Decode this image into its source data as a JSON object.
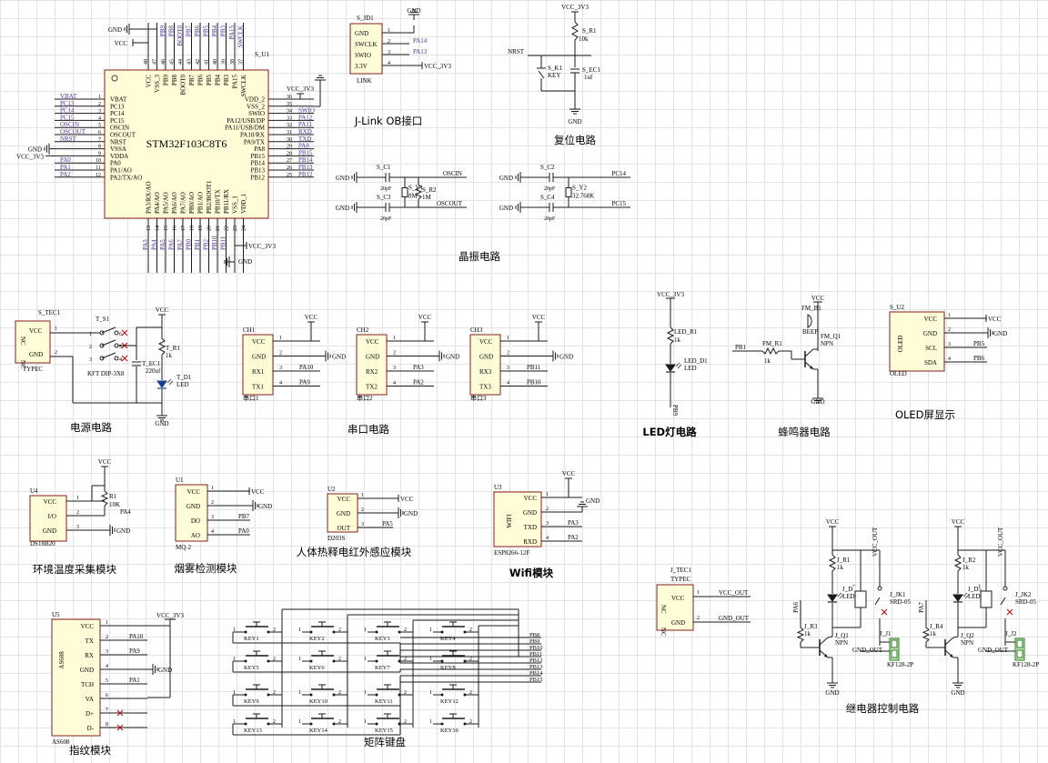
{
  "mcu": {
    "ref": "S_U1",
    "part": "STM32F103C8T6",
    "left_pins": [
      {
        "num": "1",
        "name": "VBAT",
        "net": "VBAT"
      },
      {
        "num": "2",
        "name": "PC13",
        "net": "PC13"
      },
      {
        "num": "3",
        "name": "PC14",
        "net": "PC14"
      },
      {
        "num": "4",
        "name": "PC15",
        "net": "PC15"
      },
      {
        "num": "5",
        "name": "OSCIN",
        "net": "OSCIN"
      },
      {
        "num": "6",
        "name": "OSCOUT",
        "net": "OSCOUT"
      },
      {
        "num": "7",
        "name": "NRST",
        "net": "NRST"
      },
      {
        "num": "8",
        "name": "VSSA",
        "net": "GND"
      },
      {
        "num": "9",
        "name": "VDDA",
        "net": "VCC_3V3"
      },
      {
        "num": "10",
        "name": "PA0",
        "net": "PA0"
      },
      {
        "num": "11",
        "name": "PA1/AO",
        "net": "PA1"
      },
      {
        "num": "12",
        "name": "PA2/TX/AO",
        "net": "PA2"
      }
    ],
    "right_pins": [
      {
        "num": "36",
        "name": "VDD_2",
        "net": "VCC_3V3"
      },
      {
        "num": "35",
        "name": "VSS_2",
        "net": ""
      },
      {
        "num": "34",
        "name": "SWIO",
        "net": "SWIO"
      },
      {
        "num": "33",
        "name": "PA12/USB/DP",
        "net": "PA12"
      },
      {
        "num": "32",
        "name": "PA11/USB/DM",
        "net": "PA11"
      },
      {
        "num": "31",
        "name": "PA10/RX",
        "net": "RXD"
      },
      {
        "num": "30",
        "name": "PA9/TX",
        "net": "TXD"
      },
      {
        "num": "29",
        "name": "PA8",
        "net": "PA8"
      },
      {
        "num": "28",
        "name": "PB15",
        "net": "PB15"
      },
      {
        "num": "27",
        "name": "PB14",
        "net": "PB14"
      },
      {
        "num": "26",
        "name": "PB13",
        "net": "PB13"
      },
      {
        "num": "25",
        "name": "PB12",
        "net": "PB12"
      }
    ],
    "top_pins": [
      {
        "num": "48",
        "name": "VCC"
      },
      {
        "num": "47",
        "name": "VSS_3"
      },
      {
        "num": "46",
        "name": "PB9"
      },
      {
        "num": "45",
        "name": "PB8"
      },
      {
        "num": "44",
        "name": "BOOT0"
      },
      {
        "num": "43",
        "name": "PB7"
      },
      {
        "num": "42",
        "name": "PB6"
      },
      {
        "num": "41",
        "name": "PB5"
      },
      {
        "num": "40",
        "name": "PB4"
      },
      {
        "num": "39",
        "name": "PB3"
      },
      {
        "num": "38",
        "name": "PA15"
      },
      {
        "num": "37",
        "name": "SWCLK"
      }
    ],
    "top_nets": [
      "VCC",
      "GND",
      "PB9",
      "PB8",
      "BOOT0",
      "PB7",
      "PB6",
      "PB5",
      "PB4",
      "PB3",
      "PA15",
      "SWCLK"
    ],
    "bottom_pins": [
      {
        "num": "13",
        "name": "PA3/RX/AO"
      },
      {
        "num": "14",
        "name": "PA4/AO"
      },
      {
        "num": "15",
        "name": "PA5/AO"
      },
      {
        "num": "16",
        "name": "PA6/AO"
      },
      {
        "num": "17",
        "name": "PA7/AO"
      },
      {
        "num": "18",
        "name": "PB0/AO"
      },
      {
        "num": "19",
        "name": "PB1/AO"
      },
      {
        "num": "20",
        "name": "PB2/BOOT1"
      },
      {
        "num": "21",
        "name": "PB10/TX"
      },
      {
        "num": "22",
        "name": "PB11/RX"
      },
      {
        "num": "23",
        "name": "VSS_1"
      },
      {
        "num": "24",
        "name": "VDD_1"
      }
    ],
    "bottom_nets": [
      "PA3",
      "PA4",
      "PA5",
      "PA6",
      "PA7",
      "PB0",
      "PB1",
      "PB2",
      "PB10",
      "PB11",
      "",
      ""
    ],
    "left_gnd": "GND",
    "left_vcc": "VCC_3V3",
    "top_gnd": "GND",
    "top_vcc": "VCC",
    "right_vcc": "VCC_3V3",
    "right_gnd": "GND",
    "bottom_vcc": "VCC_3V3",
    "bottom_gnd": "GND"
  },
  "jlink": {
    "ref": "S_JD1",
    "sub": "LINK",
    "pins": [
      {
        "num": "1",
        "name": "GND",
        "net": "GND"
      },
      {
        "num": "2",
        "name": "SWCLK",
        "net": "PA14"
      },
      {
        "num": "3",
        "name": "SWIO",
        "net": "PA13"
      },
      {
        "num": "4",
        "name": "3.3V",
        "net": "VCC_3V3"
      }
    ],
    "caption": "J-Link OB接口"
  },
  "reset": {
    "vcc": "VCC_3V3",
    "res_ref": "S_R1",
    "res_val": "10k",
    "net": "NRST",
    "key_ref": "S_K1",
    "key_type": "KEY",
    "cap_ref": "S_EC1",
    "cap_val": "1uf",
    "gnd": "GND",
    "caption": "复位电路"
  },
  "crystal": {
    "c1": "S_C1",
    "c2": "S_C2",
    "c3": "S_C3",
    "c4": "S_C4",
    "cval": "20pF",
    "y1": "S_Y1",
    "y1_val": "8M",
    "r2": "S_R2",
    "r2_val": "1M",
    "y2": "S_Y2",
    "y2_val": "32.768K",
    "net_oscin": "OSCIN",
    "net_oscout": "OSCOUT",
    "net_pc14": "PC14",
    "net_pc15": "PC15",
    "gnd": "GND",
    "caption": "晶振电路"
  },
  "power": {
    "ref": "S_TEC1",
    "port_type": "TYPEC",
    "pin_vcc": "VCC",
    "pin_gnd": "GND",
    "nc1": "NC",
    "nc2": "NC",
    "switch_ref": "T_S1",
    "switch_type": "KFT DIP-3X8",
    "cap_ref": "T_EC1",
    "cap_val": "220uf",
    "res_ref": "T_R1",
    "res_val": "1k",
    "led_ref": "T_D1",
    "led_type": "LED",
    "vcc": "VCC",
    "gnd": "GND",
    "caption": "电源电路"
  },
  "serial": {
    "ports": [
      {
        "ref": "CH1",
        "sub": "串口1",
        "pins": [
          "VCC",
          "GND",
          "RX1",
          "TX1"
        ],
        "nets": [
          "VCC",
          "GND",
          "PA10",
          "PA9"
        ]
      },
      {
        "ref": "CH2",
        "sub": "串口2",
        "pins": [
          "VCC",
          "GND",
          "RX2",
          "TX2"
        ],
        "nets": [
          "VCC",
          "GND",
          "PA3",
          "PA2"
        ]
      },
      {
        "ref": "CH3",
        "sub": "串口3",
        "pins": [
          "VCC",
          "GND",
          "RX3",
          "TX3"
        ],
        "nets": [
          "VCC",
          "GND",
          "PB11",
          "PB10"
        ]
      }
    ],
    "caption": "串口电路"
  },
  "led": {
    "vcc": "VCC_3V3",
    "res_ref": "LED_R1",
    "res_val": "1k",
    "led_ref": "LED_D1",
    "led_type": "LED",
    "net": "PB9",
    "caption": "LED灯电路"
  },
  "buzzer": {
    "vcc": "VCC",
    "bz_ref": "FM_B1",
    "bz_type": "BEEP",
    "q_ref": "FM_Q1",
    "q_type": "NPN",
    "r_ref": "FM_R1",
    "r_val": "1k",
    "net": "PB1",
    "gnd": "GND",
    "caption": "蜂鸣器电路"
  },
  "oled": {
    "ref": "S_U2",
    "body": "OLED",
    "sub": "OLED",
    "pins": [
      "VCC",
      "GND",
      "SCL",
      "SDA"
    ],
    "nets": [
      "VCC",
      "GND",
      "PB5",
      "PB6"
    ],
    "caption": "OLED屏显示"
  },
  "temp": {
    "ref": "U4",
    "part": "DS18B20",
    "pins": [
      "VCC",
      "I/O",
      "GND"
    ],
    "r_ref": "R1",
    "r_val": "10K",
    "vcc": "VCC",
    "net": "PA4",
    "gnd": "GND",
    "caption": "环境温度采集模块"
  },
  "smoke": {
    "ref": "U1",
    "part": "MQ-2",
    "pins": [
      "VCC",
      "GND",
      "DO",
      "AO"
    ],
    "nets": [
      "VCC",
      "GND",
      "PB7",
      "PA0"
    ],
    "caption": "烟雾检测模块"
  },
  "pir": {
    "ref": "U2",
    "part": "D203S",
    "pins": [
      "VCC",
      "GND",
      "OUT"
    ],
    "nets": [
      "VCC",
      "GND",
      "PA5"
    ],
    "caption": "人体热释电红外感应模块"
  },
  "wifi": {
    "ref": "U3",
    "part": "ESP8266-12F",
    "body": "WIFI",
    "pins": [
      "VCC",
      "GND",
      "TXD",
      "RXD"
    ],
    "nets": [
      "VCC",
      "GND",
      "PA3",
      "PA2"
    ],
    "caption": "Wifi模块"
  },
  "finger": {
    "ref": "U5",
    "part": "AS608",
    "body": "AS608",
    "pins": [
      "VCC",
      "TX",
      "RX",
      "GND",
      "TCH",
      "VA",
      "D+",
      "D-"
    ],
    "nets": [
      "VCC_3V3",
      "PA10",
      "PA9",
      "GND",
      "PA1",
      "",
      "",
      ""
    ],
    "caption": "指纹模块"
  },
  "keypad": {
    "keys": [
      "KEY1",
      "KEY2",
      "KEY3",
      "KEY4",
      "KEY5",
      "KEY6",
      "KEY7",
      "KEY8",
      "KEY9",
      "KEY10",
      "KEY11",
      "KEY12",
      "KEY13",
      "KEY14",
      "KEY15",
      "KEY16"
    ],
    "nets": [
      "PB8",
      "PB9",
      "PB10",
      "PB11",
      "PB12",
      "PB13",
      "PB14",
      "PB15"
    ],
    "caption": "矩阵键盘"
  },
  "typec2": {
    "ref": "J_TEC1",
    "type": "TYPEC",
    "pins": [
      "VCC",
      "GND"
    ],
    "nets": [
      "VCC_OUT",
      "GND_OUT"
    ],
    "nc": "NC"
  },
  "relay": {
    "channels": [
      {
        "r": "J_R1",
        "rv": "1k",
        "d": "J_D",
        "dt": "LED",
        "rb": "J_R3",
        "rbv": "1k",
        "q": "J_Q1",
        "qt": "NPN",
        "net": "PA6",
        "k": "J_JK1",
        "kt": "SRD-05",
        "j": "J_J1",
        "jt": "KF128-2P"
      },
      {
        "r": "J_R2",
        "rv": "1k",
        "d": "J_D5",
        "dt": "LED",
        "rb": "J_R4",
        "rbv": "1k",
        "q": "J_Q2",
        "qt": "NPN",
        "net": "PA7",
        "k": "J_JK2",
        "kt": "SRD-05",
        "j": "J_J2",
        "jt": "KF128-2P"
      }
    ],
    "vcc": "VCC",
    "vcc_out": "VCC_OUT",
    "gnd_out": "GND_OUT",
    "gnd": "GND",
    "caption": "继电器控制电路"
  }
}
